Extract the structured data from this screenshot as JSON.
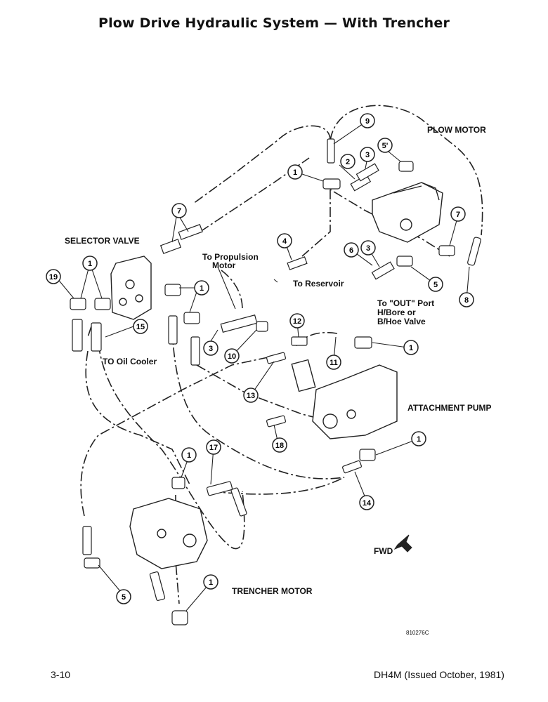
{
  "title": "Plow Drive Hydraulic System — With Trencher",
  "labels": {
    "plow_motor": "PLOW MOTOR",
    "selector_valve": "SELECTOR VALVE",
    "to_propulsion_1": "To Propulsion",
    "to_propulsion_2": "Motor",
    "to_reservoir": "To Reservoir",
    "to_out_port_1": "To \"OUT\" Port",
    "to_out_port_2": "H/Bore or",
    "to_out_port_3": "B/Hoe Valve",
    "to_oil_cooler": "TO Oil Cooler",
    "attachment_pump": "ATTACHMENT PUMP",
    "trencher_motor": "TRENCHER MOTOR",
    "fwd": "FWD",
    "figure_code": "810276C"
  },
  "callouts": [
    "9",
    "3",
    "5'",
    "1",
    "2",
    "7",
    "4",
    "6",
    "3",
    "5",
    "8",
    "7",
    "1",
    "1",
    "19",
    "1",
    "15",
    "3",
    "10",
    "12",
    "1",
    "11",
    "13",
    "18",
    "1",
    "1",
    "17",
    "14",
    "5",
    "1"
  ],
  "footer": {
    "page": "3-10",
    "doc": "DH4M (Issued October, 1981)"
  }
}
